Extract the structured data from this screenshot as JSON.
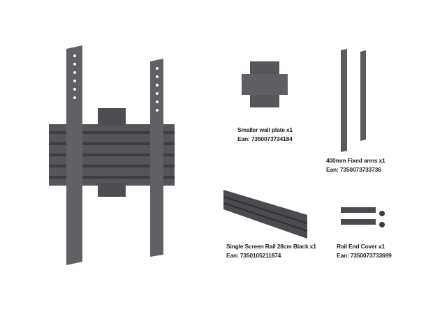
{
  "items": [
    {
      "name": "Smaller wall plate x1",
      "ean": "Ean:  7350073734184"
    },
    {
      "name": "400mm Fixed arms x1",
      "ean": "Ean: 7350073733736"
    },
    {
      "name": "Single Screen Rail 28cm Black x1",
      "ean": "Ean:  7350105211874"
    },
    {
      "name": "Rail End Cover x1",
      "ean": "Ean:  7350073733699"
    }
  ],
  "colors": {
    "metal": "#5a5b5e",
    "metal_dark": "#3a3b3d",
    "text": "#222222"
  }
}
